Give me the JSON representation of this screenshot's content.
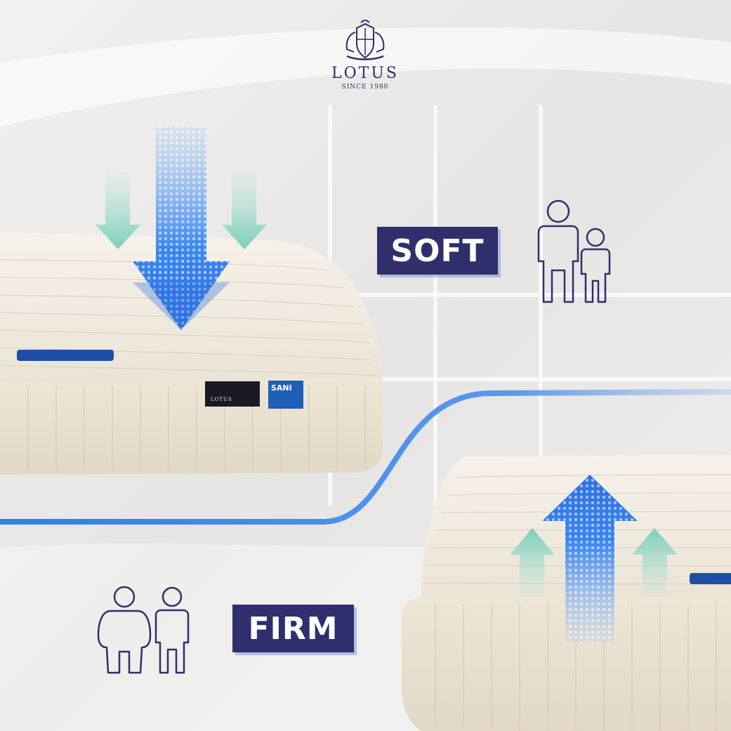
{
  "brand": {
    "name": "LOTUS",
    "since": "SINCE 1980"
  },
  "labels": {
    "soft": "SOFT",
    "firm": "FIRM"
  },
  "mattress_tags": {
    "woven_label_text": "LOTUS",
    "sanicare_text": "SANI"
  },
  "colors": {
    "brand_navy": "#2f2f6d",
    "arrow_blue": "#2f7df0",
    "arrow_teal": "#7fd2c0",
    "wave_blue": "#3f86e8"
  },
  "icons": [
    "lotus-crest-icon",
    "adult-person-icon",
    "child-person-icon",
    "large-person-icon",
    "person-icon",
    "down-arrow-icon",
    "up-arrow-icon"
  ]
}
